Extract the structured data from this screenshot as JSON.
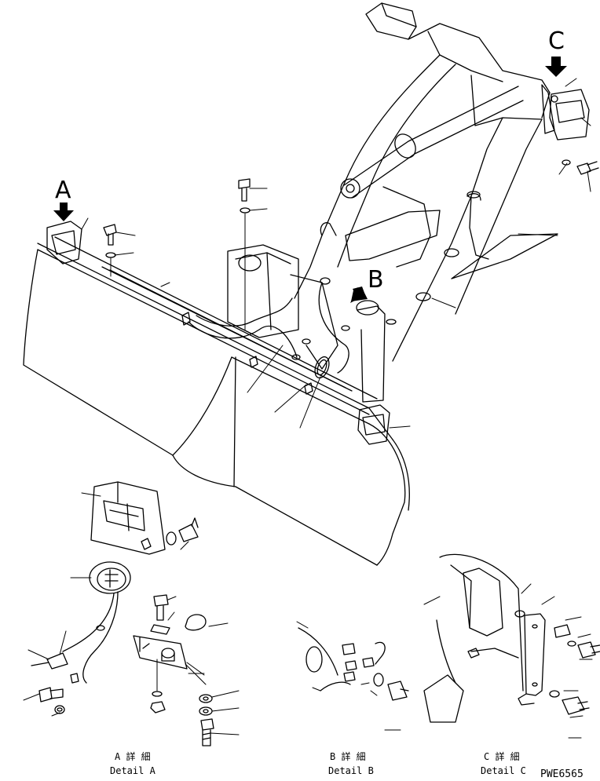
{
  "callouts": {
    "a": "A",
    "b": "B",
    "c": "C"
  },
  "captions": {
    "a_jp": "A 詳 細",
    "a_en": "Detail A",
    "b_jp": "B 詳 細",
    "b_en": "Detail B",
    "c_jp": "C 詳 細",
    "c_en": "Detail C"
  },
  "drawing_code": "PWE6565"
}
